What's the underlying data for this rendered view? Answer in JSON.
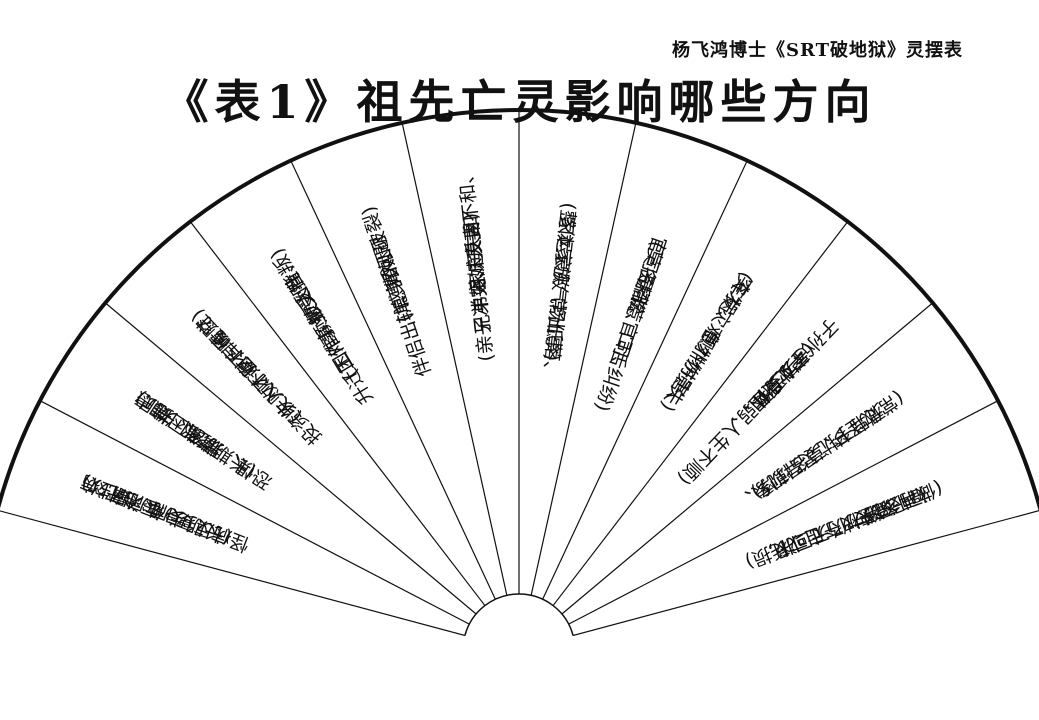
{
  "header": {
    "author_label": "杨飞鸿博士《SRT破地狱》灵摆表",
    "title": "《表1》祖先亡灵影响哪些方向"
  },
  "fan": {
    "segments": [
      {
        "lines": [
          "身体病痛",
          "(长期疾病、慢性病",
          "怪病反复、医治无效)"
        ]
      },
      {
        "lines": [
          "情绪困扰",
          "(长期忧郁、焦虑",
          "恐惧、易怒、失眠)"
        ]
      },
      {
        "lines": [
          "财运不顺",
          "(收入不稳、破财",
          "投资失败、财库亏空)"
        ]
      },
      {
        "lines": [
          "事业受阻",
          "(工作频频受挫、",
          "升迁困难、被人背叛)"
        ]
      },
      {
        "lines": [
          "感情问题",
          "(单身久、",
          "伴侣出轨、婚姻破裂)"
        ]
      },
      {
        "lines": [
          "家庭失和",
          "(亲子冲突、夫妻不和、",
          "兄弟姐妹反目)"
        ]
      },
      {
        "lines": [
          "家运衰败",
          "(整体家族气场低落、",
          "常出事)"
        ]
      },
      {
        "lines": [
          "官司是非",
          "(莫名招惹官司、",
          "诉讼、口舌纠纷)"
        ]
      },
      {
        "lines": [
          "突发灾难",
          "(车祸、意外伤害、",
          "财物损失)"
        ]
      },
      {
        "lines": [
          "子孙运势受阻",
          "(子女身体弱、",
          "学业受阻、人生不顺)"
        ]
      },
      {
        "lines": [
          "灵异干扰",
          "(常做怪梦、灵异现象、",
          "莫名惊悸)"
        ]
      },
      {
        "lines": [
          "福报流失",
          "(做再多努力仍无回报,",
          "福德被夺走或耗损)"
        ]
      }
    ]
  }
}
